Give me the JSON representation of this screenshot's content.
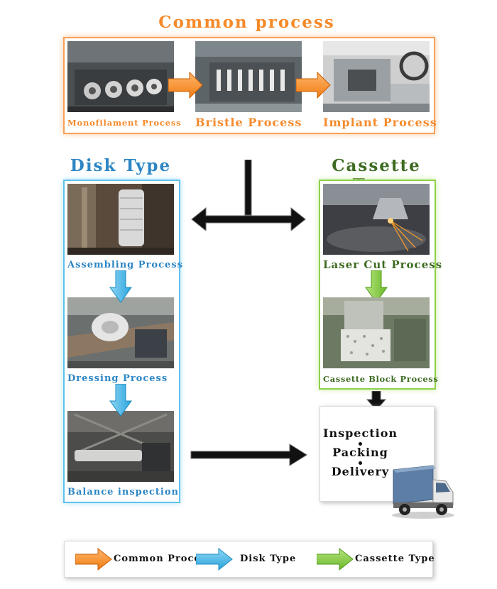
{
  "common": {
    "title": "Common process",
    "steps": [
      "Monofilament Process",
      "Bristle Process",
      "Implant Process"
    ]
  },
  "disk": {
    "title": "Disk Type",
    "steps": [
      "Assembling Process",
      "Dressing Process",
      "Balance inspection"
    ]
  },
  "cassette": {
    "title": "Cassette Type",
    "steps": [
      "Laser Cut Process",
      "Cassette Block Process"
    ]
  },
  "final": {
    "lines": [
      "Inspection",
      "Packing",
      "Delivery"
    ]
  },
  "legend": {
    "items": [
      {
        "label": "Common Process",
        "color": "#f58a2a"
      },
      {
        "label": "Disk Type",
        "color": "#41b6e6"
      },
      {
        "label": "Cassette Type",
        "color": "#7cc532"
      }
    ]
  },
  "colors": {
    "common": "#f58a2a",
    "disk": "#2d86c4",
    "cassette": "#3d6b22"
  }
}
